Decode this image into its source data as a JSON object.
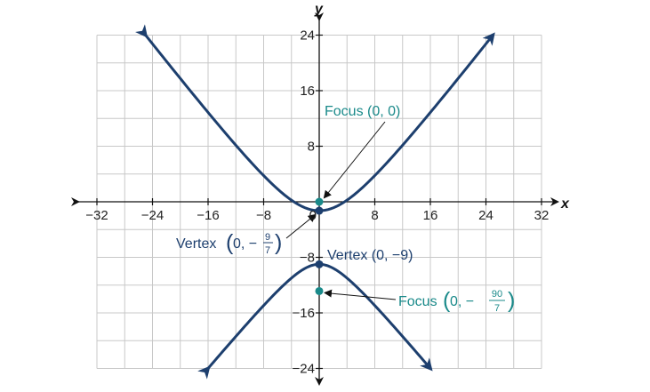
{
  "chart_data": {
    "type": "line",
    "title": "",
    "xlabel": "x",
    "ylabel": "y",
    "xlim": [
      -32,
      32
    ],
    "ylim": [
      -24,
      24
    ],
    "grid": true,
    "x_ticks": [
      {
        "value": -32,
        "label": "−32"
      },
      {
        "value": -24,
        "label": "−24"
      },
      {
        "value": -16,
        "label": "−16"
      },
      {
        "value": -8,
        "label": "−8"
      },
      {
        "value": 0,
        "label": "0"
      },
      {
        "value": 8,
        "label": "8"
      },
      {
        "value": 16,
        "label": "16"
      },
      {
        "value": 24,
        "label": "24"
      },
      {
        "value": 32,
        "label": "32"
      }
    ],
    "y_ticks": [
      {
        "value": 24,
        "label": "24"
      },
      {
        "value": 16,
        "label": "16"
      },
      {
        "value": 8,
        "label": "8"
      },
      {
        "value": -8,
        "label": "−8"
      },
      {
        "value": -16,
        "label": "−16"
      },
      {
        "value": -24,
        "label": "−24"
      }
    ],
    "curves": [
      {
        "kind": "parabola",
        "orientation": "up",
        "vertex": [
          0,
          -1.2857
        ],
        "points": [
          [
            -25,
            24
          ],
          [
            -8,
            5.2
          ],
          [
            0,
            -1.2857
          ],
          [
            8,
            5.2
          ],
          [
            25,
            24
          ]
        ]
      },
      {
        "kind": "parabola",
        "orientation": "down",
        "vertex": [
          0,
          -9
        ],
        "points": [
          [
            -16,
            -24
          ],
          [
            -8,
            -13.6
          ],
          [
            0,
            -9
          ],
          [
            8,
            -13.6
          ],
          [
            16,
            -24
          ]
        ]
      }
    ],
    "points": [
      {
        "name": "focus-upper",
        "x": 0,
        "y": 0,
        "color": "#1a8a8a"
      },
      {
        "name": "vertex-upper",
        "x": 0,
        "y": -1.2857,
        "color": "#1d3f6e"
      },
      {
        "name": "vertex-lower",
        "x": 0,
        "y": -9,
        "color": "#1d3f6e"
      },
      {
        "name": "focus-lower",
        "x": 0,
        "y": -12.857,
        "color": "#1a8a8a"
      }
    ],
    "annotations": {
      "focus_upper": {
        "text": "Focus (0, 0)"
      },
      "vertex_upper": {
        "prefix": "Vertex",
        "coord_start": "0, −",
        "numerator": "9",
        "denominator": "7"
      },
      "vertex_lower": {
        "text": "Vertex (0, −9)"
      },
      "focus_lower": {
        "prefix": "Focus",
        "coord_start": "0, −",
        "numerator": "90",
        "denominator": "7"
      }
    },
    "colors": {
      "curve": "#1d3f6e",
      "focus": "#1a8a8a",
      "vertex": "#1d3f6e",
      "grid": "#c8c8c8",
      "axis": "#111111"
    }
  }
}
